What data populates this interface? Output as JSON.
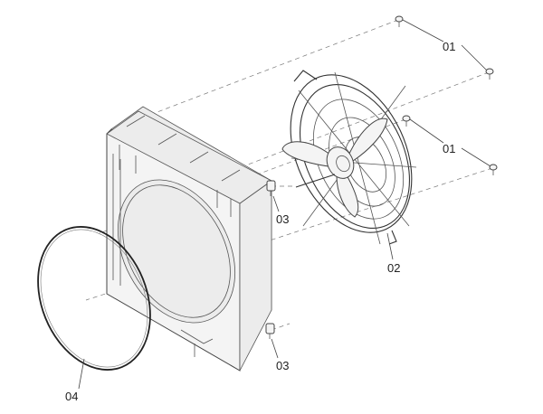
{
  "callouts": {
    "screw_top": "01",
    "screw_bottom": "01",
    "fan_assembly": "02",
    "clip_upper": "03",
    "clip_lower": "03",
    "gasket": "04"
  }
}
